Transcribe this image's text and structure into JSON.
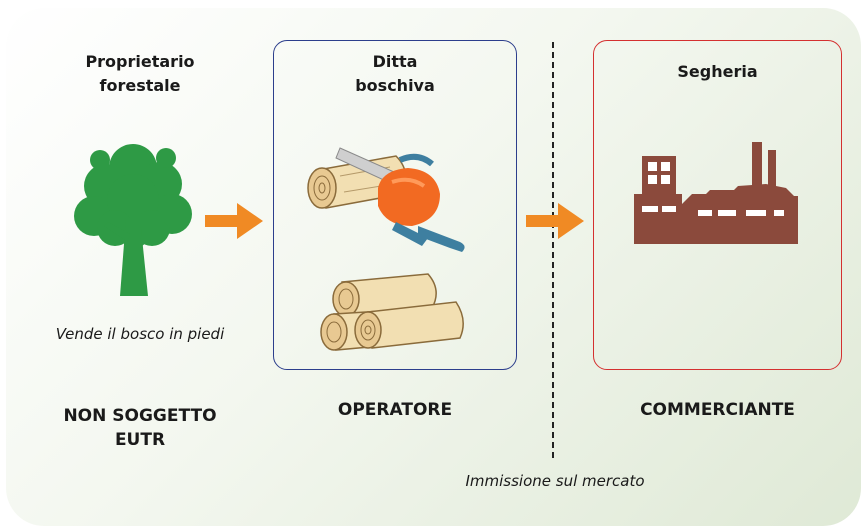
{
  "proprietario": {
    "title_line1": "Proprietario",
    "title_line2": "forestale",
    "caption": "Vende il bosco in piedi",
    "status_line1": "NON SOGGETTO",
    "status_line2": "EUTR"
  },
  "ditta": {
    "title_line1": "Ditta",
    "title_line2": "boschiva",
    "role": "OPERATORE"
  },
  "segheria": {
    "title": "Segheria",
    "role": "COMMERCIANTE"
  },
  "divider_caption": "Immissione sul mercato",
  "colors": {
    "tree": "#2e9a45",
    "arrow": "#f08a24",
    "ditta_border": "#2c3e8c",
    "segheria_border": "#d43030",
    "factory": "#8b4a3c",
    "chainsaw": "#f26a22"
  }
}
